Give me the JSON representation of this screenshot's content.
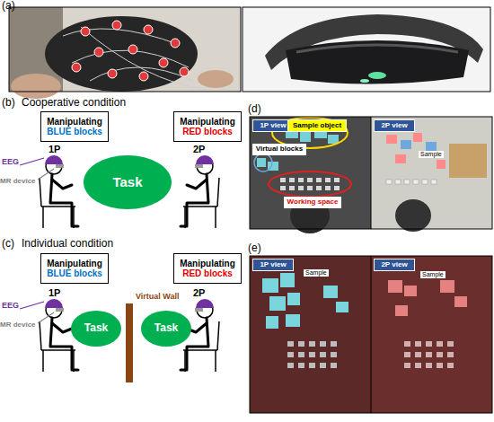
{
  "diagram": {
    "nodes": [
      {
        "text": [
          "Manipulating",
          "BLUE blocks"
        ]
      },
      {
        "text": [
          "Manipulating",
          "RED blocks"
        ]
      },
      {
        "text": [
          "Task"
        ]
      },
      {
        "text": [
          "Manipulating",
          "BLUE blocks"
        ]
      },
      {
        "text": [
          "Manipulating",
          "RED blocks"
        ]
      },
      {
        "text": [
          "Task"
        ]
      },
      {
        "text": [
          "Task"
        ]
      },
      {
        "text": [
          "1P view"
        ]
      },
      {
        "text": [
          "Sample object"
        ]
      },
      {
        "text": [
          "2P view"
        ]
      },
      {
        "text": [
          "Virtual blocks"
        ]
      },
      {
        "text": [
          "Working space"
        ]
      },
      {
        "text": [
          "1P view"
        ]
      },
      {
        "text": [
          "2P view"
        ]
      }
    ],
    "labels": [
      "(a)",
      "(b)",
      "Cooperative condition",
      "EEG",
      "MR device",
      "1P",
      "2P",
      "(c)",
      "Individual condition",
      "EEG",
      "MR device",
      "1P",
      "2P",
      "Virtual Wall",
      "(d)",
      "Sample",
      "(e)",
      "Sample",
      "Sample"
    ]
  }
}
